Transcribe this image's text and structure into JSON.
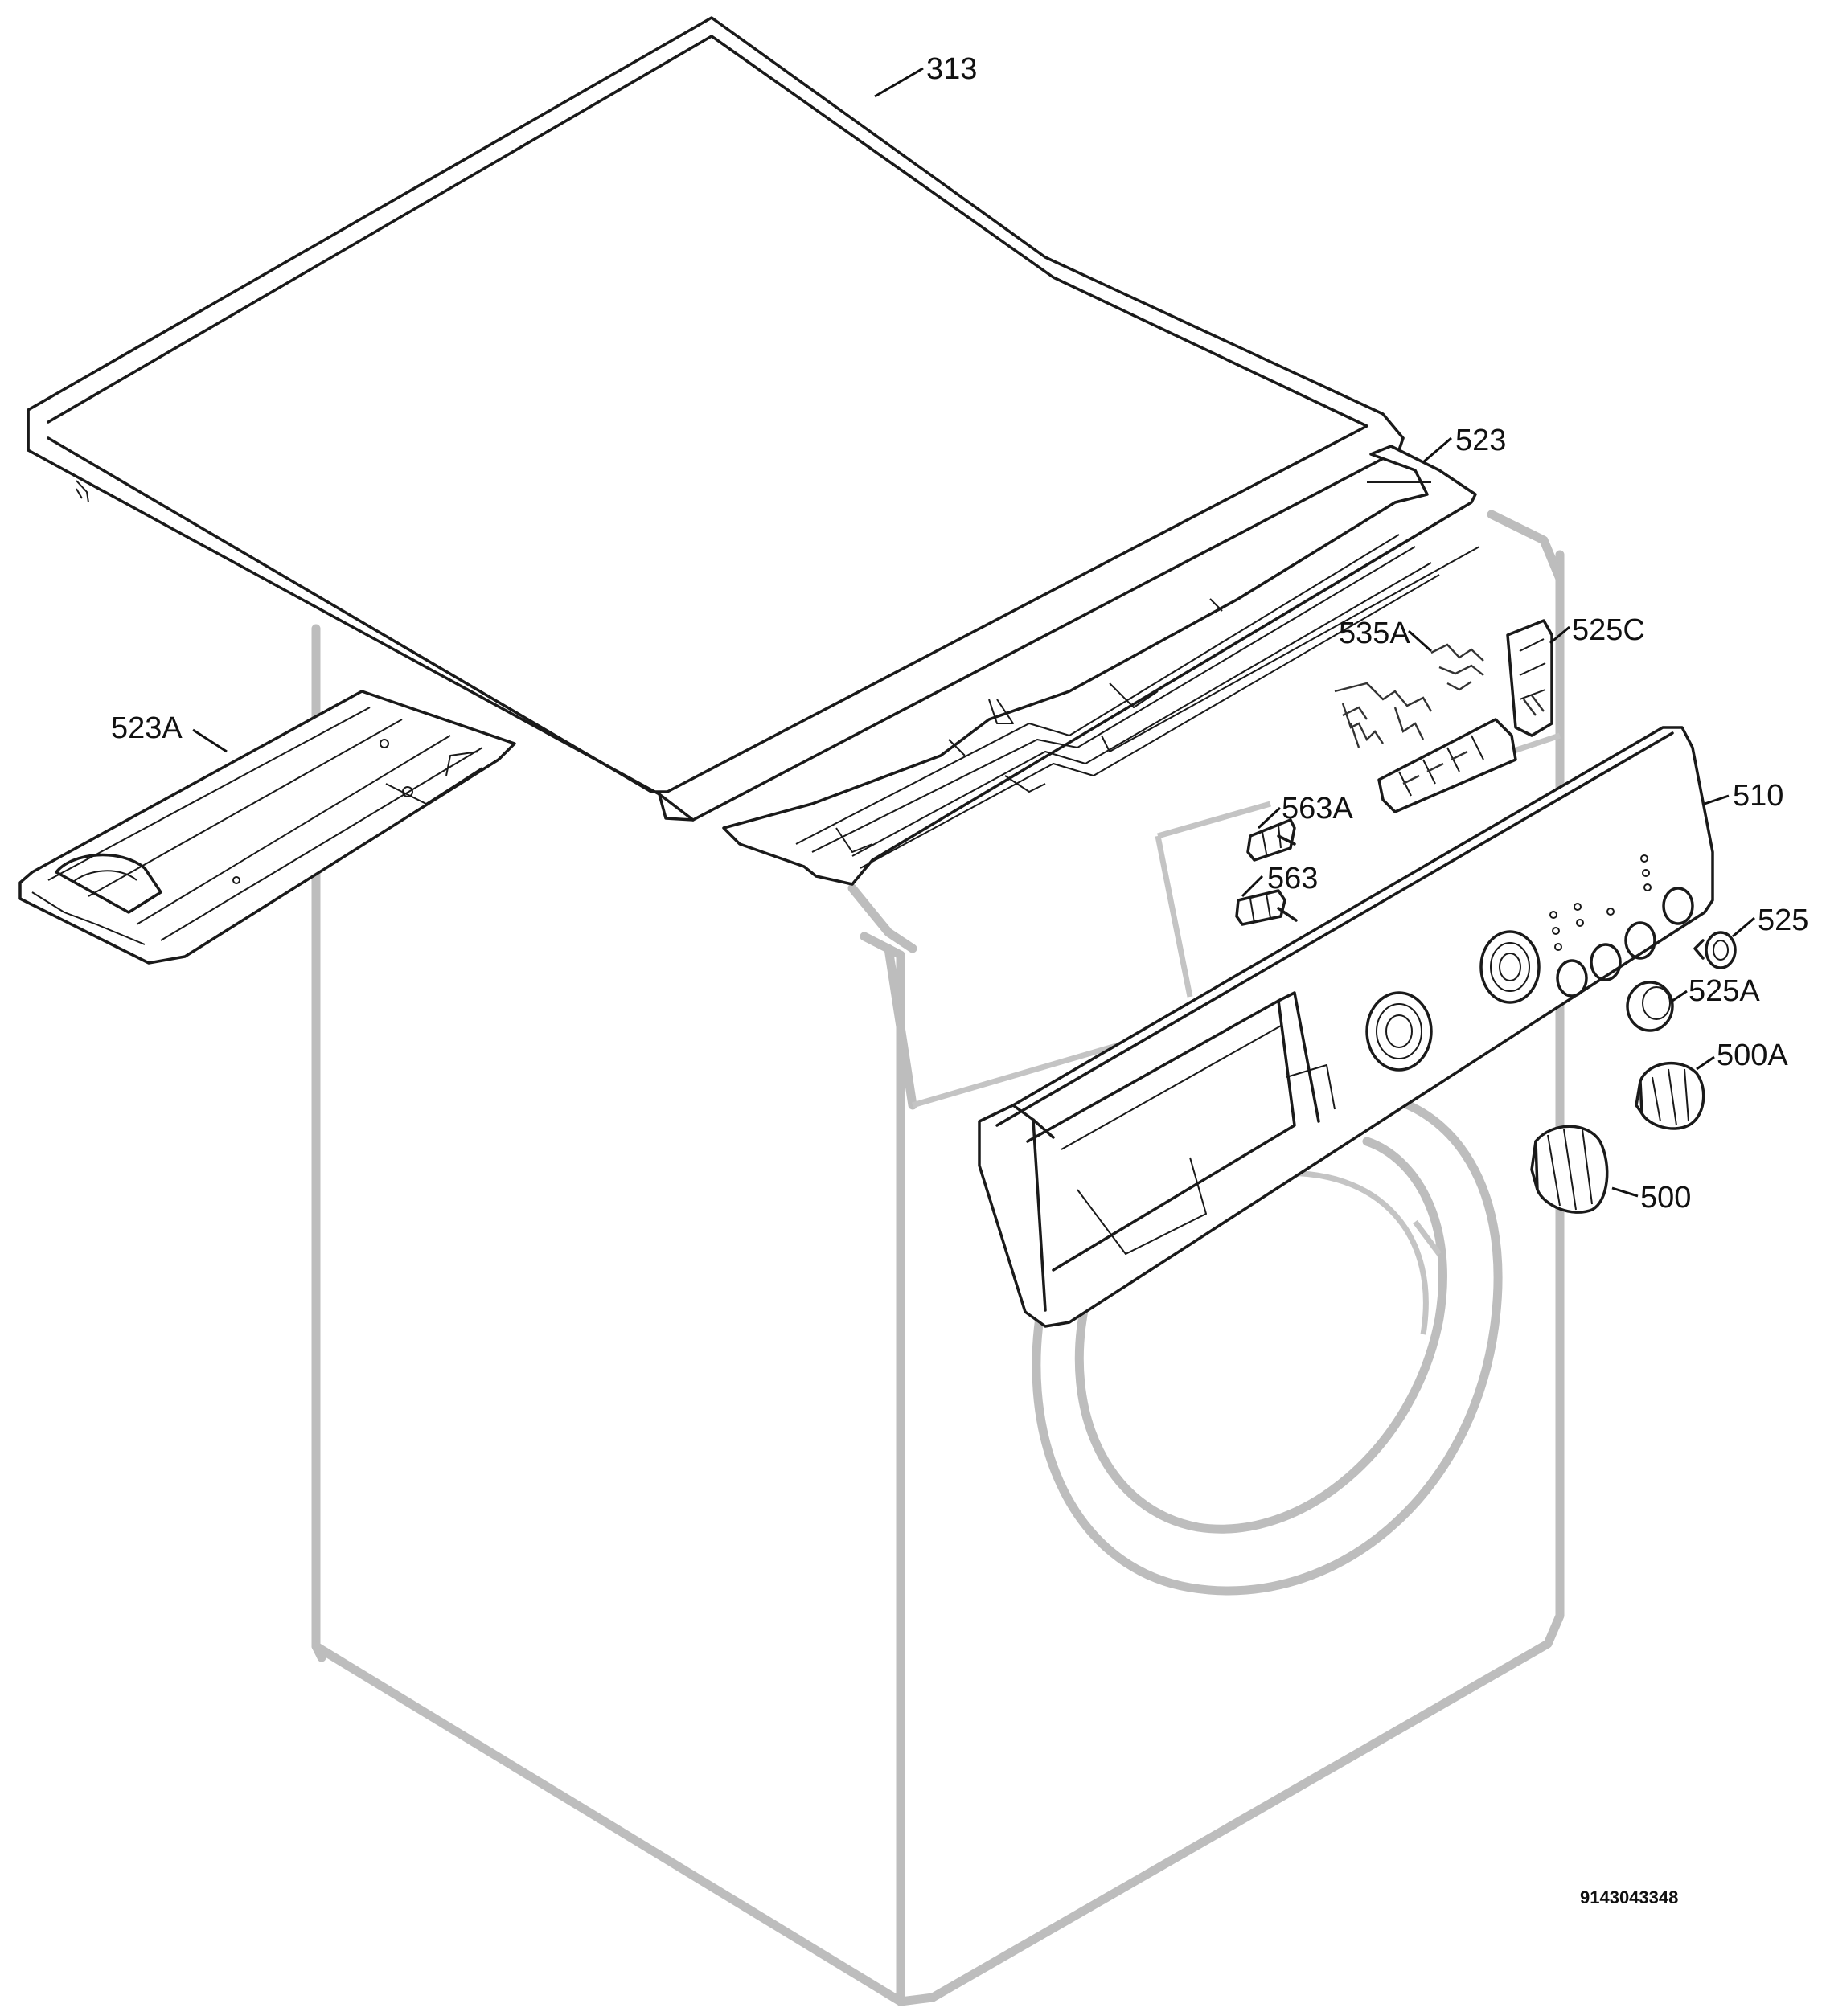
{
  "diagram": {
    "labels": {
      "l313": "313",
      "l523": "523",
      "l523A": "523A",
      "l535A": "535A",
      "l525C": "525C",
      "l510": "510",
      "l563A": "563A",
      "l563": "563",
      "l525": "525",
      "l525A": "525A",
      "l500A": "500A",
      "l500": "500"
    },
    "document_number": "9143043348"
  }
}
